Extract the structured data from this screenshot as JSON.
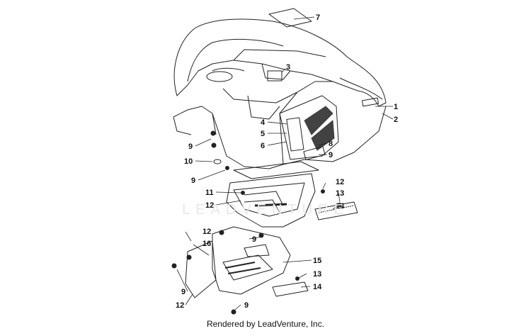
{
  "diagram": {
    "callouts": [
      "7",
      "3",
      "1",
      "2",
      "4",
      "5",
      "6",
      "8",
      "9",
      "9",
      "10",
      "9",
      "11",
      "12",
      "12",
      "13",
      "14",
      "12",
      "16",
      "9",
      "15",
      "9",
      "13",
      "14",
      "12",
      "9"
    ],
    "watermark": "LEADVENTURE"
  },
  "footer": {
    "text": "Rendered by LeadVenture, Inc."
  }
}
